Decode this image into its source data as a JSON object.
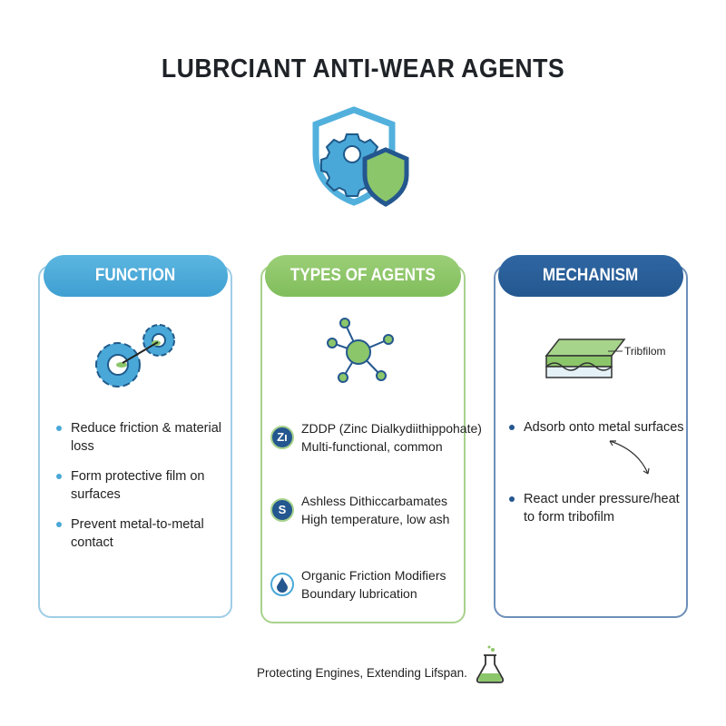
{
  "title": "LUBRCIANT ANTI-WEAR AGENTS",
  "colors": {
    "function": "#4aa8d8",
    "types": "#8cc66a",
    "mechanism": "#2a5d9a"
  },
  "function": {
    "header": "FUNCTION",
    "icon": "gears-icon",
    "bullets": [
      "Reduce friction & material loss",
      "Form protective film on surfaces",
      "Prevent metal-to-metal contact"
    ]
  },
  "types": {
    "header": "TYPES OF AGENTS",
    "icon": "molecule-icon",
    "agents": [
      {
        "badge": "Zı",
        "name": "ZDDP (Zinc Dialkydiithippohate)",
        "desc": "Multi-functional, common"
      },
      {
        "badge": "S",
        "name": "Ashless Dithiccarbamates",
        "desc": "High temperature, low ash"
      },
      {
        "badge": "",
        "icon": "droplet-icon",
        "name": "Organic Friction Modifiers",
        "desc": "Boundary lubrication"
      }
    ]
  },
  "mechanism": {
    "header": "MECHANISM",
    "diagram_label": "Tribfilom",
    "bullets": [
      "Adsorb onto metal surfaces",
      "React under pressure/heat to form tribofilm"
    ]
  },
  "footer": "Protecting Engines, Extending Lifspan."
}
